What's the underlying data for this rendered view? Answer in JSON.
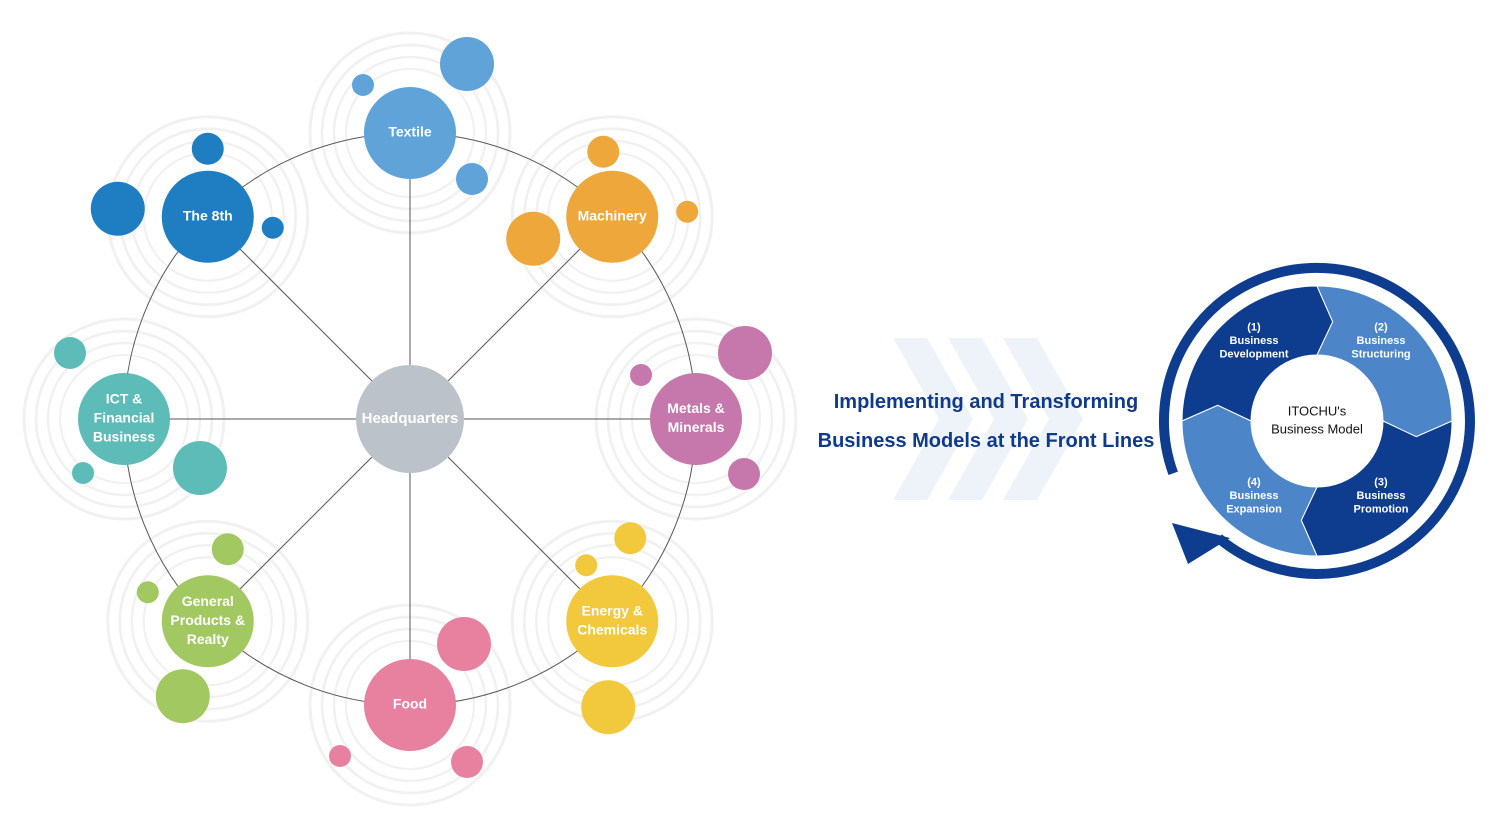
{
  "network": {
    "hub": {
      "label": "Headquarters",
      "color": "#bcc2c9"
    },
    "divisions": [
      {
        "key": "textile",
        "lines": [
          "Textile"
        ],
        "color": "#5fa3d8"
      },
      {
        "key": "machinery",
        "lines": [
          "Machinery"
        ],
        "color": "#eea73a"
      },
      {
        "key": "metals",
        "lines": [
          "Metals &",
          "Minerals"
        ],
        "color": "#c677ab"
      },
      {
        "key": "energy",
        "lines": [
          "Energy &",
          "Chemicals"
        ],
        "color": "#f2c93d"
      },
      {
        "key": "food",
        "lines": [
          "Food"
        ],
        "color": "#e8809f"
      },
      {
        "key": "general",
        "lines": [
          "General",
          "Products &",
          "Realty"
        ],
        "color": "#a2c862"
      },
      {
        "key": "ict",
        "lines": [
          "ICT &",
          "Financial",
          "Business"
        ],
        "color": "#5dbcb8"
      },
      {
        "key": "eighth",
        "lines": [
          "The 8th"
        ],
        "color": "#1f7ec1"
      }
    ]
  },
  "tagline": {
    "line1": "Implementing and Transforming",
    "line2": "Business Models at the Front Lines",
    "color": "#0f3a8c"
  },
  "cycle": {
    "center_lines": [
      "ITOCHU's",
      "Business Model"
    ],
    "steps": [
      {
        "key": "development",
        "lines": [
          "(1)",
          "Business",
          "Development"
        ]
      },
      {
        "key": "structuring",
        "lines": [
          "(2)",
          "Business",
          "Structuring"
        ]
      },
      {
        "key": "promotion",
        "lines": [
          "(3)",
          "Business",
          "Promotion"
        ]
      },
      {
        "key": "expansion",
        "lines": [
          "(4)",
          "Business",
          "Expansion"
        ]
      }
    ],
    "dark_color": "#0e3c8e",
    "light_color": "#4c86c9"
  }
}
